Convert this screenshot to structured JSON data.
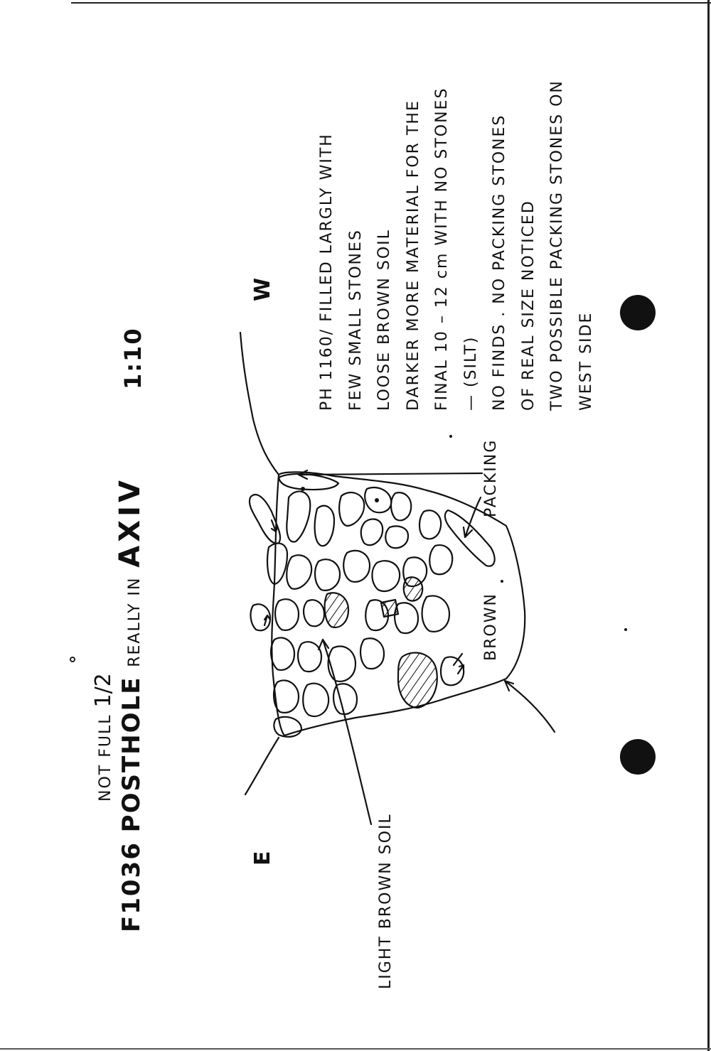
{
  "title": {
    "feature_id": "F1036",
    "feature_type": "POSTHOLE",
    "qualifier": "REALLY IN",
    "area": "AXIV"
  },
  "scale": "1:10",
  "compass": {
    "east": "E",
    "west": "W"
  },
  "labels": {
    "light_brown_soil": "LIGHT BROWN SOIL",
    "not_full": "NOT FULL",
    "not_full_fraction": "1/2",
    "brown": "BROWN",
    "packing": "PACKING"
  },
  "notes": [
    "PH 1160/ FILLED LARGLY WITH",
    "FEW SMALL STONES",
    "LOOSE BROWN SOIL",
    "DARKER MORE MATERIAL FOR THE",
    "FINAL 10 – 12 cm  WITH NO STONES",
    "— (SILT)",
    "   NO FINDS .  NO PACKING STONES",
    "OF REAL SIZE  NOTICED",
    "TWO POSSIBLE PACKING STONES ON",
    "WEST SIDE"
  ]
}
